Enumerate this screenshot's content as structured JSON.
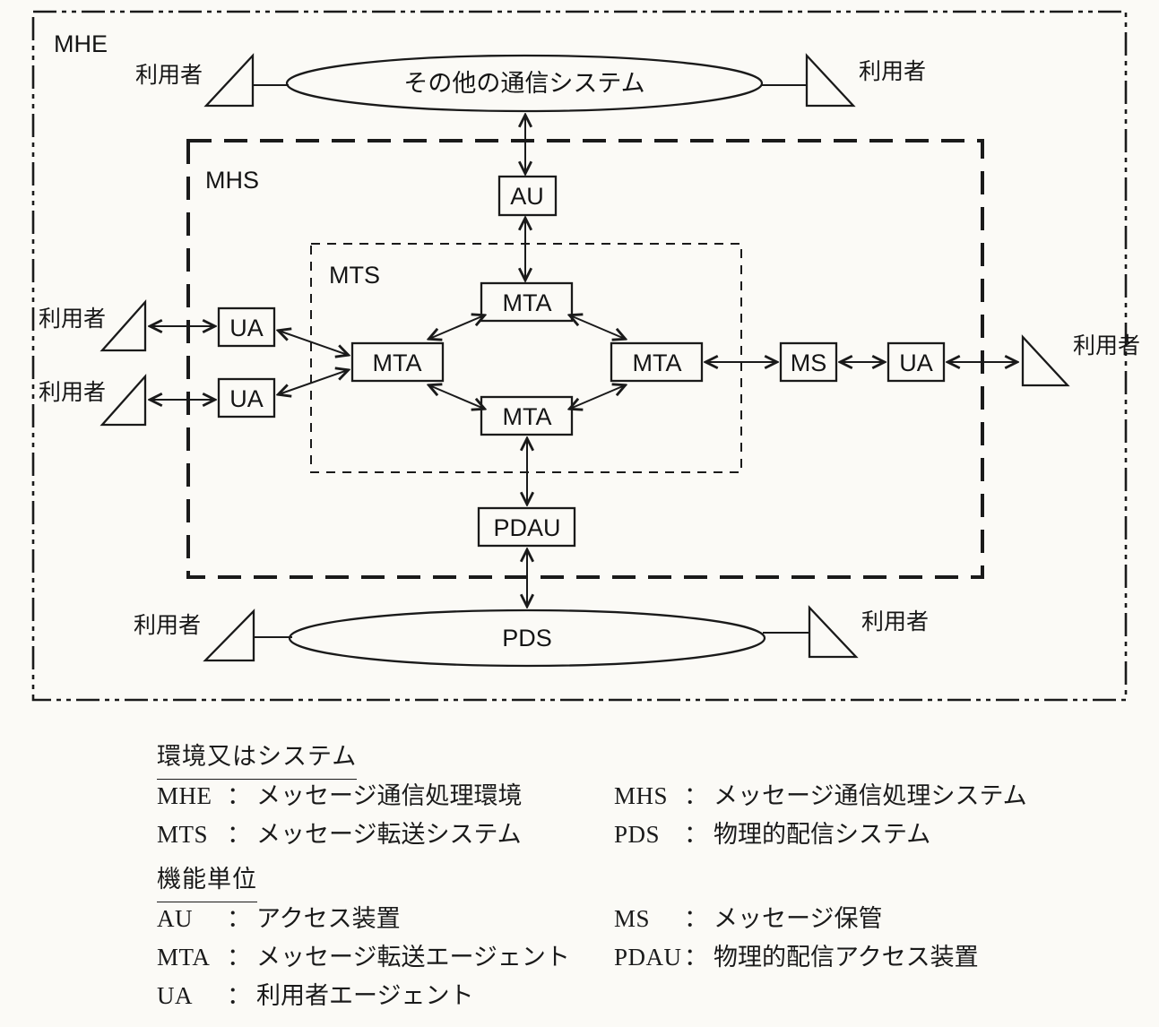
{
  "colors": {
    "ink": "#1a1a1a",
    "paper": "#fbfaf6"
  },
  "diagram": {
    "mhe": "MHE",
    "mhs": "MHS",
    "mts": "MTS",
    "other_comm_system": "その他の通信システム",
    "pds": "PDS",
    "au": "AU",
    "pdau": "PDAU",
    "ms": "MS",
    "mta": "MTA",
    "ua": "UA",
    "user": "利用者"
  },
  "legend": {
    "colon": "：",
    "sections": [
      {
        "heading": "環境又はシステム",
        "entries": [
          {
            "abbr": "MHE",
            "desc": "メッセージ通信処理環境"
          },
          {
            "abbr": "MHS",
            "desc": "メッセージ通信処理システム"
          },
          {
            "abbr": "MTS",
            "desc": "メッセージ転送システム"
          },
          {
            "abbr": "PDS",
            "desc": "物理的配信システム"
          }
        ]
      },
      {
        "heading": "機能単位",
        "entries": [
          {
            "abbr": "AU",
            "desc": "アクセス装置"
          },
          {
            "abbr": "MS",
            "desc": "メッセージ保管"
          },
          {
            "abbr": "MTA",
            "desc": "メッセージ転送エージェント"
          },
          {
            "abbr": "PDAU",
            "desc": "物理的配信アクセス装置"
          },
          {
            "abbr": "UA",
            "desc": "利用者エージェント"
          }
        ]
      }
    ]
  }
}
